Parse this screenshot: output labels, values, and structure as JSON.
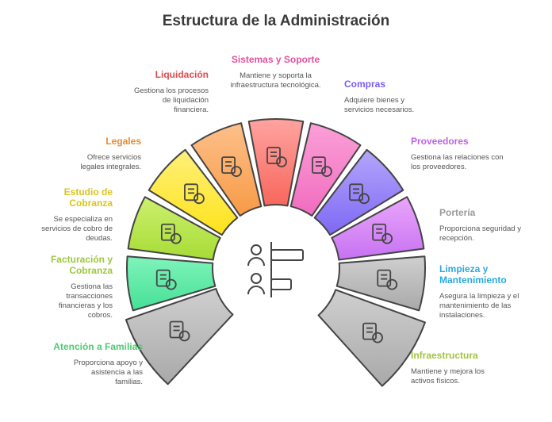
{
  "title": "Estructura de la Administración",
  "items": [
    {
      "key": "sistemas",
      "title": "Sistemas y Soporte",
      "desc": "Mantiene y soporta la infraestructura tecnológica.",
      "icon": "computers-icon",
      "title_color": "#e4509f",
      "fill_top": "#ffa3a0",
      "fill_bottom": "#f8675c"
    },
    {
      "key": "liquidacion",
      "title": "Liquidación",
      "desc": "Gestiona los procesos de liquidación financiera.",
      "icon": "clipboard-dollar-icon",
      "title_color": "#e04a4e",
      "fill_top": "#fdc08a",
      "fill_bottom": "#f79a46"
    },
    {
      "key": "legales",
      "title": "Legales",
      "desc": "Ofrece servicios legales integrales.",
      "icon": "scales-icon",
      "title_color": "#e88a30",
      "fill_top": "#fff07a",
      "fill_bottom": "#fde31a"
    },
    {
      "key": "estudio",
      "title": "Estudio de Cobranza",
      "desc": "Se especializa en servicios de cobro de deudas.",
      "icon": "documents-briefcase-icon",
      "title_color": "#d9c51e",
      "fill_top": "#cdf06e",
      "fill_bottom": "#a6dc36"
    },
    {
      "key": "facturacion",
      "title": "Facturación y Cobranza",
      "desc": "Gestiona las transacciones financieras y los cobros.",
      "icon": "calculator-icon",
      "title_color": "#9cc83c",
      "fill_top": "#7ff4bb",
      "fill_bottom": "#46e096"
    },
    {
      "key": "atencion",
      "title": "Atención a Familias",
      "desc": "Proporciona apoyo y asistencia a las familias.",
      "icon": "family-home-icon",
      "title_color": "#4ccb72",
      "fill_top": "#cfcfcf",
      "fill_bottom": "#a9a9a9"
    },
    {
      "key": "compras",
      "title": "Compras",
      "desc": "Adquiere bienes y servicios necesarios.",
      "icon": "shopping-cart-icon",
      "title_color": "#7a5cf0",
      "fill_top": "#fba0d8",
      "fill_bottom": "#f06cbe"
    },
    {
      "key": "proveedores",
      "title": "Proveedores",
      "desc": "Gestiona las relaciones con los proveedores.",
      "icon": "contract-handshake-icon",
      "title_color": "#c260e8",
      "fill_top": "#b3a6fb",
      "fill_bottom": "#7e68f4"
    },
    {
      "key": "porteria",
      "title": "Portería",
      "desc": "Proporciona seguridad y recepción.",
      "icon": "security-guard-icon",
      "title_color": "#9a9a9a",
      "fill_top": "#eaa6fb",
      "fill_bottom": "#c772f2"
    },
    {
      "key": "limpieza",
      "title": "Limpieza y Mantenimiento",
      "desc": "Asegura la limpieza y el mantenimiento de las instalaciones.",
      "icon": "cleaning-cart-icon",
      "title_color": "#2aa8e0",
      "fill_top": "#cfcfcf",
      "fill_bottom": "#a9a9a9"
    },
    {
      "key": "infraestructura",
      "title": "Infraestructura",
      "desc": "Mantiene y mejora los activos físicos.",
      "icon": "building-helmet-icon",
      "title_color": "#a2c43e",
      "fill_top": "#cfcfcf",
      "fill_bottom": "#a9a9a9"
    }
  ]
}
